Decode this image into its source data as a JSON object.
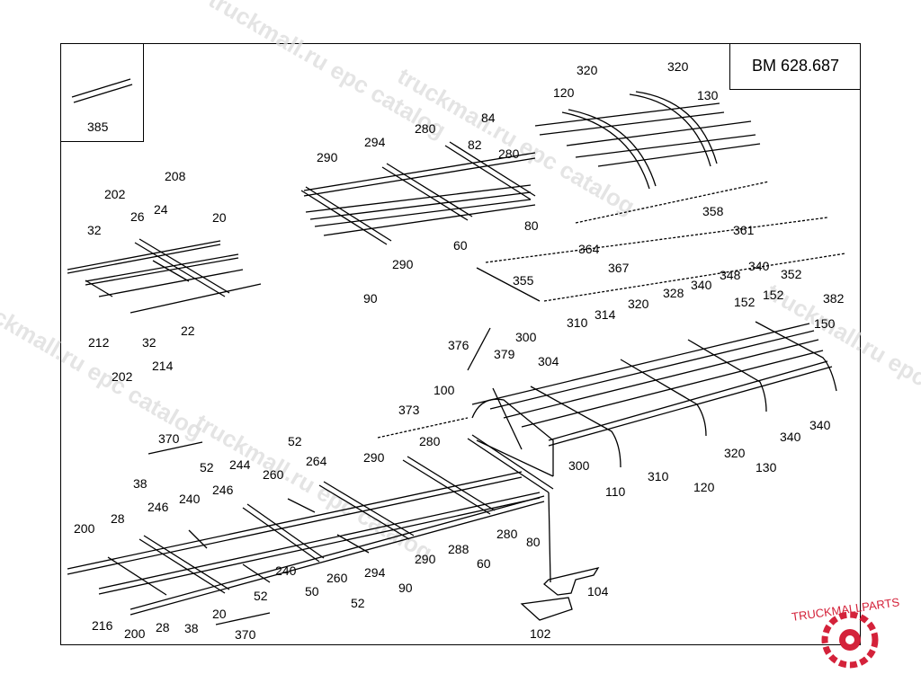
{
  "diagram": {
    "code": "BM 628.687",
    "watermark": "truckmall.ru epc catalog",
    "brand": "TRUCKMALLPARTS",
    "colors": {
      "line": "#000000",
      "watermark": "#dcdcdc",
      "brand": "#d4223a"
    },
    "labels": [
      "385",
      "120",
      "320",
      "320",
      "130",
      "84",
      "280",
      "82",
      "290",
      "294",
      "280",
      "80",
      "60",
      "290",
      "90",
      "358",
      "361",
      "364",
      "367",
      "355",
      "208",
      "202",
      "26",
      "24",
      "20",
      "32",
      "212",
      "32",
      "22",
      "214",
      "202",
      "340",
      "328",
      "348",
      "340",
      "352",
      "152",
      "152",
      "382",
      "150",
      "310",
      "314",
      "320",
      "300",
      "376",
      "379",
      "304",
      "100",
      "373",
      "300",
      "110",
      "310",
      "120",
      "320",
      "130",
      "340",
      "340",
      "370",
      "52",
      "264",
      "244",
      "260",
      "290",
      "280",
      "38",
      "52",
      "246",
      "240",
      "246",
      "28",
      "200",
      "216",
      "200",
      "28",
      "38",
      "20",
      "52",
      "240",
      "50",
      "260",
      "52",
      "294",
      "90",
      "290",
      "288",
      "60",
      "280",
      "80",
      "104",
      "102",
      "370"
    ]
  }
}
